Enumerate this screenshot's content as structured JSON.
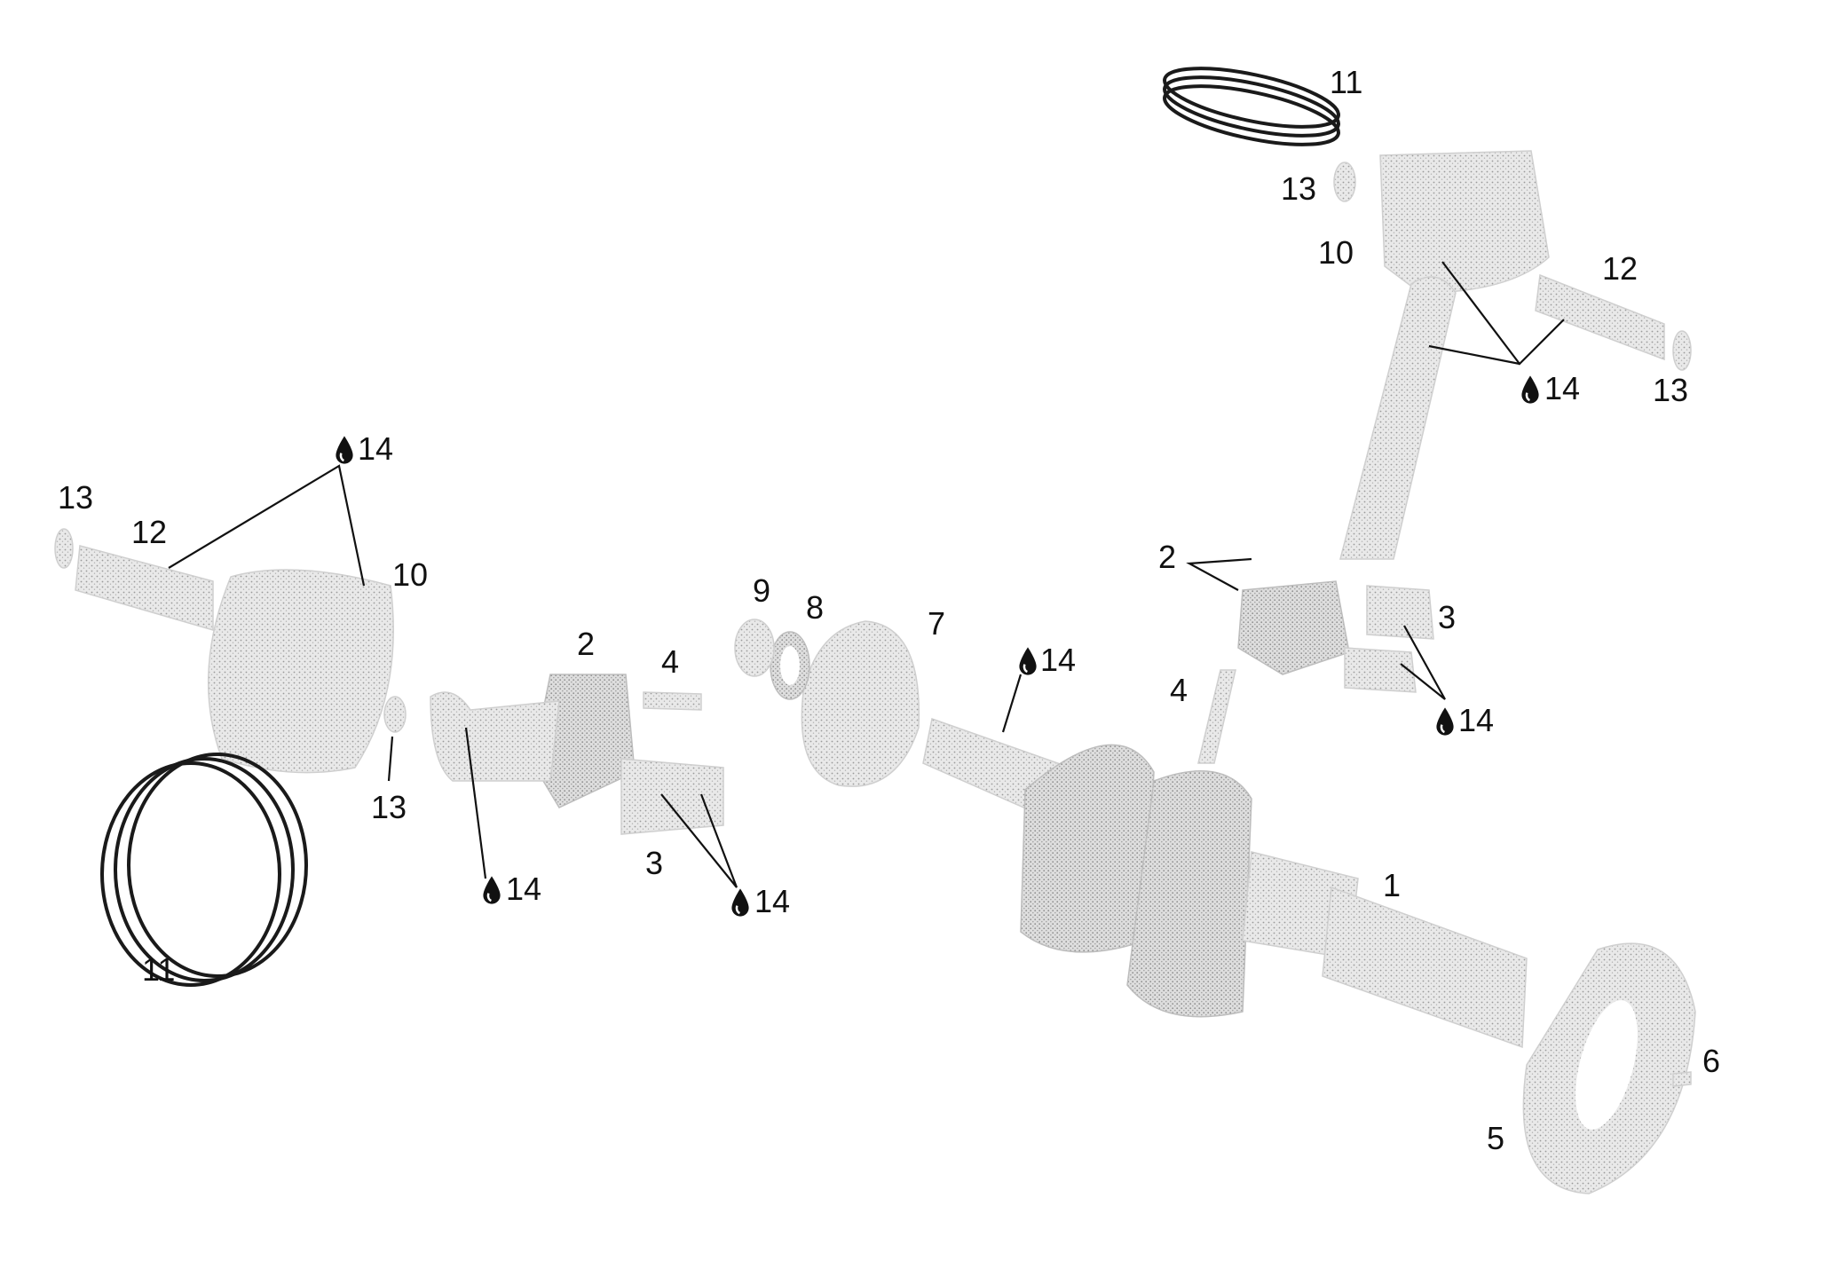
{
  "callouts": {
    "c1": "1",
    "c2": "2",
    "c3": "3",
    "c4": "4",
    "c5": "5",
    "c6": "6",
    "c7": "7",
    "c8": "8",
    "c9": "9",
    "c10": "10",
    "c11": "11",
    "c12": "12",
    "c13": "13",
    "c14": "14"
  },
  "icons": {
    "lubricant": "oil-drop-icon"
  },
  "colors": {
    "ink": "#111111",
    "part_fill": "#d9d9d9"
  }
}
